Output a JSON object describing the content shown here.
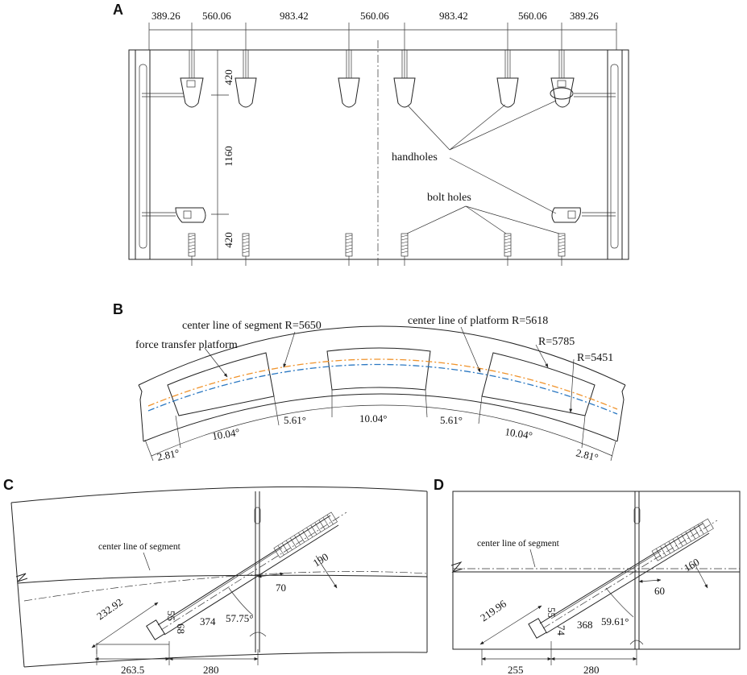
{
  "panels": {
    "a": {
      "letter": "A",
      "top_dims": [
        "389.26",
        "560.06",
        "983.42",
        "560.06",
        "983.42",
        "560.06",
        "389.26"
      ],
      "side_dims": [
        "420",
        "1160",
        "420"
      ],
      "label_handholes": "handholes",
      "label_bolt_holes": "bolt holes"
    },
    "b": {
      "letter": "B",
      "label_segment_center": "center line of segment R=5650",
      "label_platform_center": "center line of platform R=5618",
      "label_force_platform": "force transfer platform",
      "label_r_outer": "R=5785",
      "label_r_inner": "R=5451",
      "angles": [
        "2.81°",
        "10.04°",
        "5.61°",
        "10.04°",
        "5.61°",
        "10.04°",
        "2.81°"
      ],
      "colors": {
        "platform_center": "#f0932b",
        "segment_center": "#2b78c2"
      }
    },
    "c": {
      "letter": "C",
      "label_center": "center line of segment",
      "dims": {
        "d190": "190",
        "d70": "70",
        "d232": "232.92",
        "d55": "55",
        "d68": "68",
        "d374": "374",
        "angle": "57.75°",
        "d263": "263.5",
        "d280": "280"
      }
    },
    "d": {
      "letter": "D",
      "label_center": "center line of segment",
      "dims": {
        "d160": "160",
        "d60": "60",
        "d219": "219.96",
        "d55": "55",
        "d74": "74",
        "d368": "368",
        "angle": "59.61°",
        "d255": "255",
        "d280": "280"
      }
    }
  }
}
